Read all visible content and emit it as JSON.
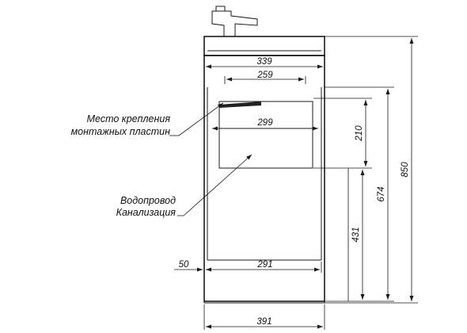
{
  "notes": {
    "mounting_line1": "Место крепления",
    "mounting_line2": "монтажных пластин",
    "pipes_line1": "Водопровод",
    "pipes_line2": "Канализация"
  },
  "dimensions": {
    "top_width": "339",
    "inner_top_width": "259",
    "mounting_width": "299",
    "mounting_height": "210",
    "left_offset": "50",
    "bottom_inner_width": "291",
    "total_width": "391",
    "height_431": "431",
    "height_674": "674",
    "total_height": "850"
  }
}
